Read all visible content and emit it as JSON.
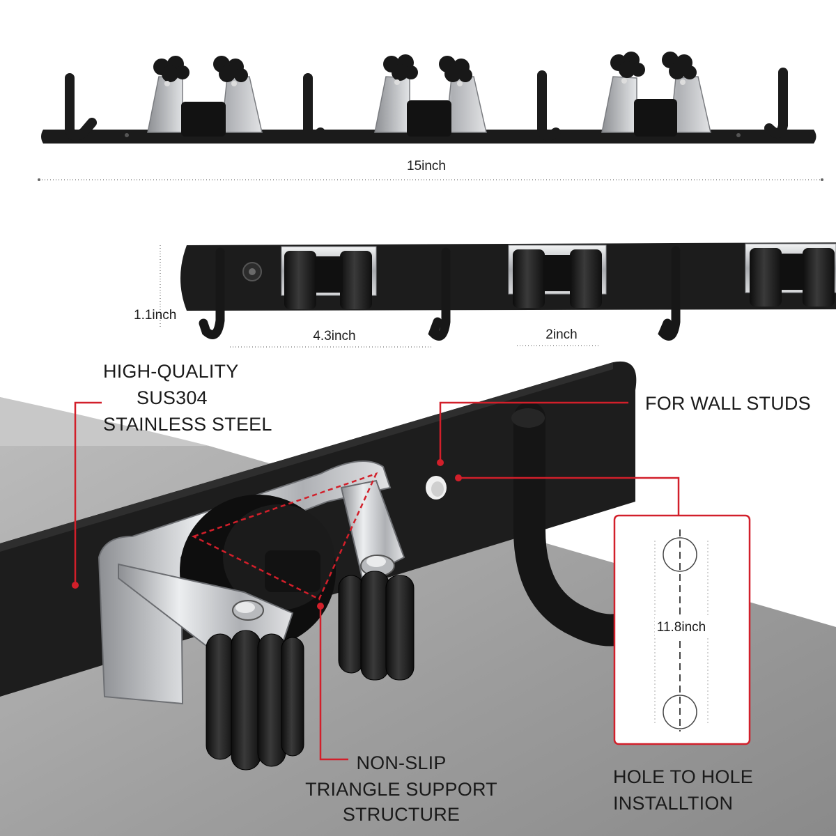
{
  "dimensions": {
    "length": "15inch",
    "height": "1.1inch",
    "hook_spacing": "4.3inch",
    "clip_width": "2inch",
    "hole_spacing": "11.8inch"
  },
  "callouts": {
    "material": [
      "HIGH-QUALITY",
      "SUS304",
      "STAINLESS STEEL"
    ],
    "wall_studs": "FOR WALL STUDS",
    "support": [
      "NON-SLIP",
      "TRIANGLE SUPPORT",
      "STRUCTURE"
    ],
    "installation": [
      "HOLE TO HOLE",
      "INSTALLTION"
    ]
  },
  "colors": {
    "accent": "#d21f2a",
    "metal_black": "#1c1c1c",
    "steel": "#c9cacd",
    "background_gray": "#a7a7a7"
  }
}
